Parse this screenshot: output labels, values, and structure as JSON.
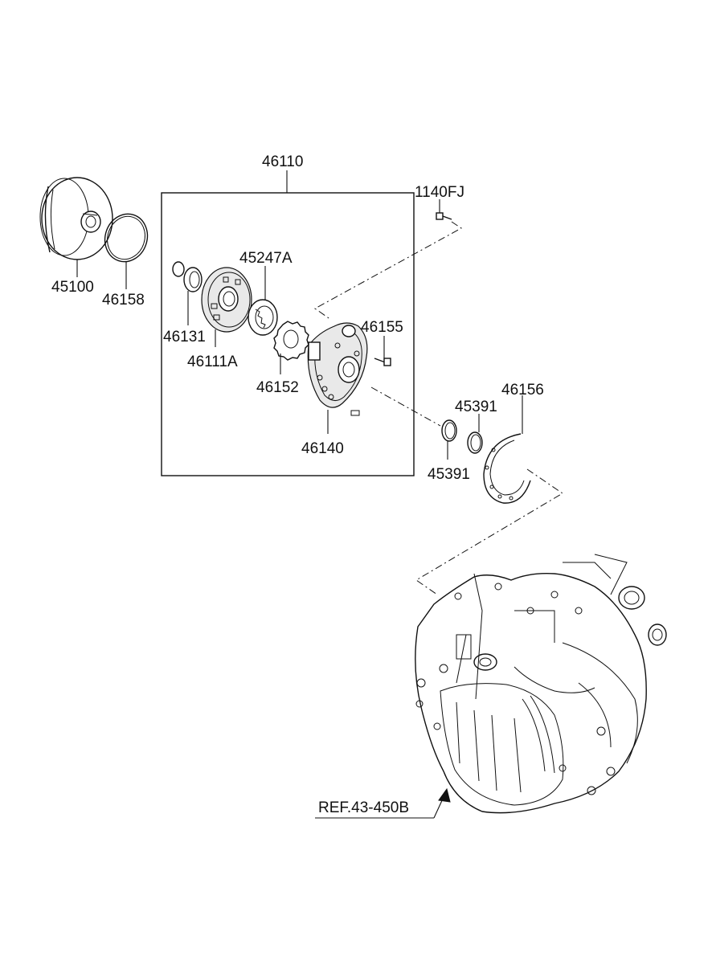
{
  "diagram": {
    "assembly_label": "46110",
    "parts": [
      {
        "id": "45100",
        "label": "45100"
      },
      {
        "id": "46158",
        "label": "46158"
      },
      {
        "id": "46131",
        "label": "46131"
      },
      {
        "id": "46111A",
        "label": "46111A"
      },
      {
        "id": "45247A",
        "label": "45247A"
      },
      {
        "id": "46152",
        "label": "46152"
      },
      {
        "id": "46140",
        "label": "46140"
      },
      {
        "id": "46155",
        "label": "46155"
      },
      {
        "id": "1140FJ",
        "label": "1140FJ"
      },
      {
        "id": "45391a",
        "label": "45391"
      },
      {
        "id": "45391b",
        "label": "45391"
      },
      {
        "id": "46156",
        "label": "46156"
      }
    ],
    "reference": "REF.43-450B"
  }
}
